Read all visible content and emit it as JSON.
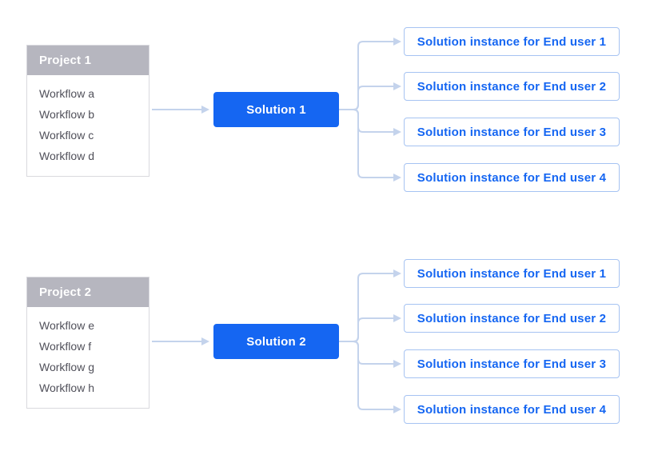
{
  "diagram": {
    "groups": [
      {
        "project": {
          "title": "Project 1",
          "workflows": [
            "Workflow a",
            "Workflow b",
            "Workflow c",
            "Workflow d"
          ]
        },
        "solution_label": "Solution 1",
        "instances": [
          "Solution instance for End user 1",
          "Solution instance for End user 2",
          "Solution instance for End user 3",
          "Solution instance for End user 4"
        ]
      },
      {
        "project": {
          "title": "Project 2",
          "workflows": [
            "Workflow e",
            "Workflow f",
            "Workflow g",
            "Workflow h"
          ]
        },
        "solution_label": "Solution 2",
        "instances": [
          "Solution instance for End user 1",
          "Solution instance for End user 2",
          "Solution instance for End user 3",
          "Solution instance for End user 4"
        ]
      }
    ],
    "colors": {
      "accent_blue": "#1566f2",
      "instance_border": "#a6c3f2",
      "connector": "#c4d3ec",
      "project_header_bg": "#b6b6bf",
      "workflow_text": "#50505a"
    }
  }
}
